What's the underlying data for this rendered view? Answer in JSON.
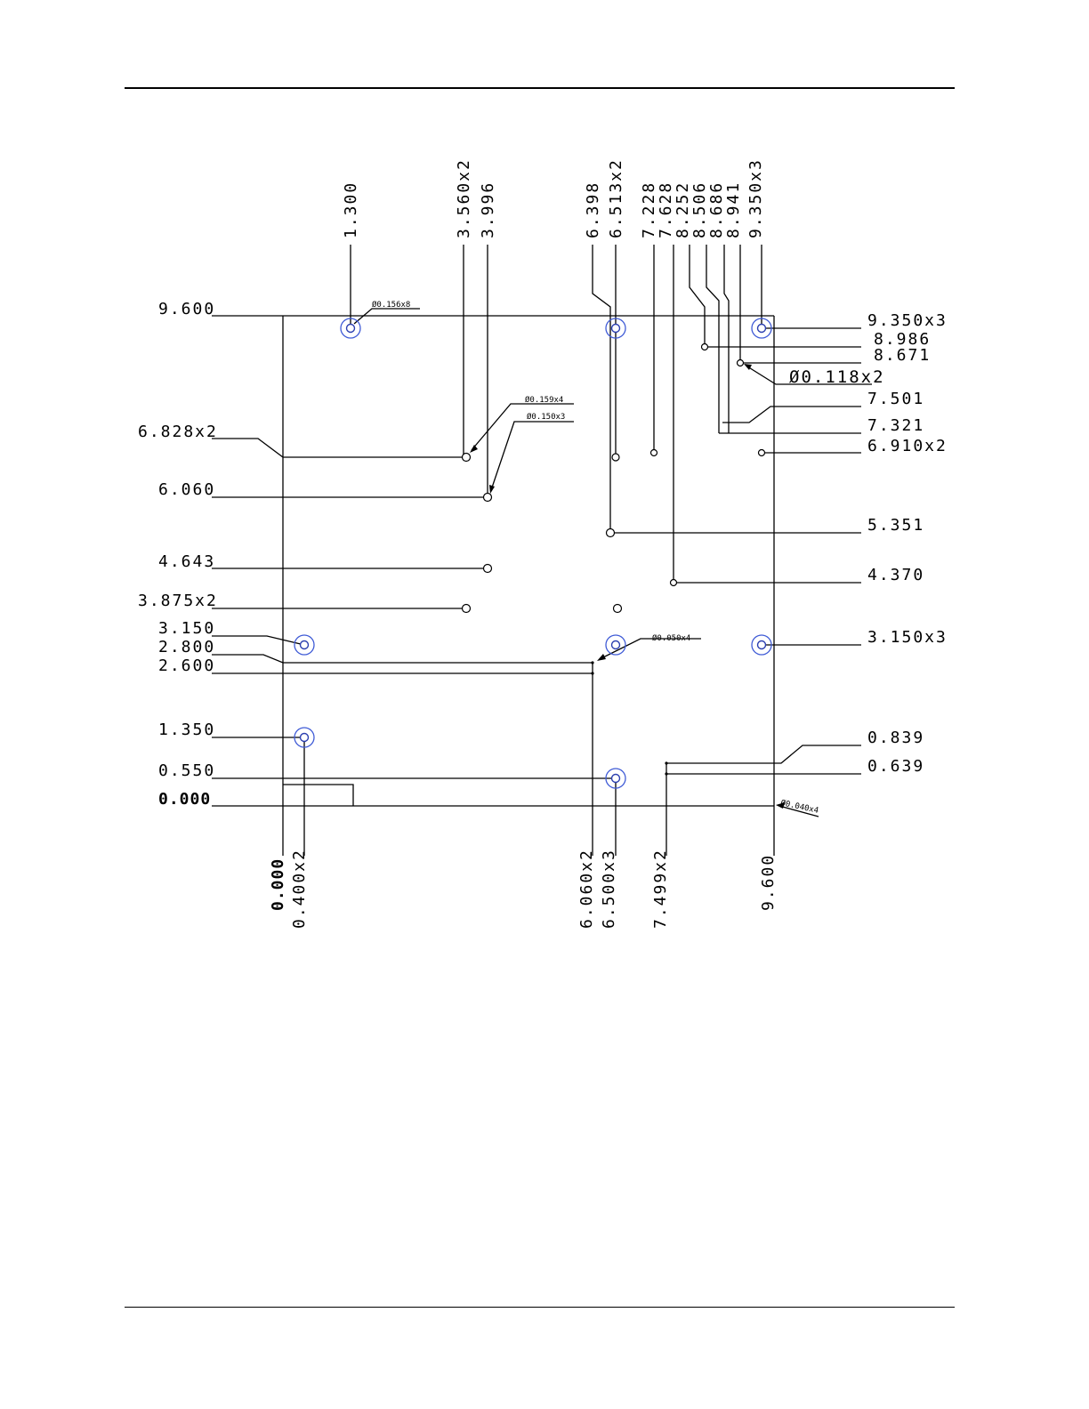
{
  "left_labels": {
    "l_9600": "9.600",
    "l_6828": "6.828x2",
    "l_6060": "6.060",
    "l_4643": "4.643",
    "l_3875": "3.875x2",
    "l_3150": "3.150",
    "l_2800": "2.800",
    "l_2600": "2.600",
    "l_1350": "1.350",
    "l_0550": "0.550",
    "l_0000": "0.000"
  },
  "right_labels": {
    "r_9350": "9.350x3",
    "r_8986": "8.986",
    "r_8671": "8.671",
    "r_7501": "7.501",
    "r_7321": "7.321",
    "r_6910": "6.910x2",
    "r_5351": "5.351",
    "r_4370": "4.370",
    "r_3150": "3.150x3",
    "r_0839": "0.839",
    "r_0639": "0.639"
  },
  "top_labels": {
    "t_1300": "1.300",
    "t_3560": "3.560x2",
    "t_3996": "3.996",
    "t_6398": "6.398",
    "t_6513": "6.513x2",
    "t_7228": "7.228",
    "t_7628": "7.628",
    "t_8252": "8.252",
    "t_8506": "8.506",
    "t_8686": "8.686",
    "t_8941": "8.941",
    "t_9350": "9.350x3"
  },
  "bottom_labels": {
    "b_0000": "0.000",
    "b_0400": "0.400x2",
    "b_6060": "6.060x2",
    "b_6500": "6.500x3",
    "b_7499": "7.499x2",
    "b_9600": "9.600"
  },
  "callouts": {
    "c_0156": "Ø0.156x8",
    "c_0159": "Ø0.159x4",
    "c_0150": "Ø0.150x3",
    "c_0118": "Ø0.118x2",
    "c_0050": "Ø0.050x4",
    "c_0040": "Ø0.040x4"
  },
  "colors": {
    "via_ring": "#3f5bd6",
    "line": "#000000"
  }
}
